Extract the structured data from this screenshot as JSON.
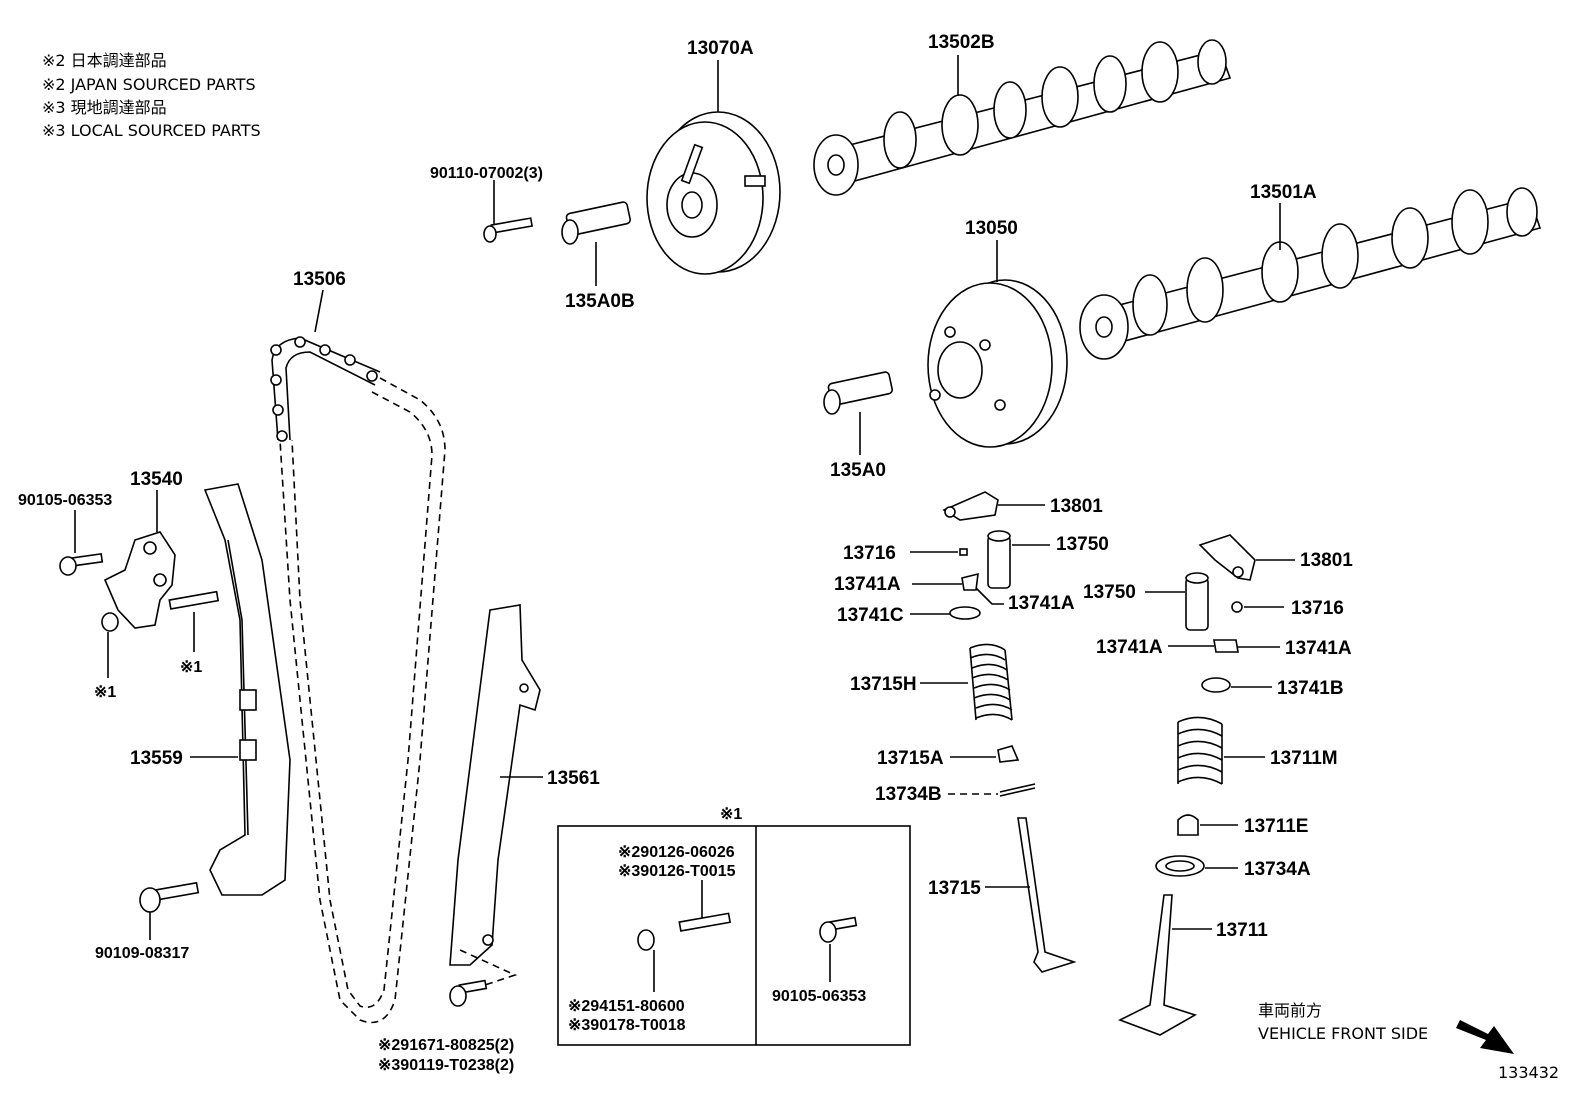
{
  "notes": {
    "line1": "※2 日本調達部品",
    "line2": "※2 JAPAN SOURCED PARTS",
    "line3": "※3 現地調達部品",
    "line4": "※3 LOCAL SOURCED PARTS"
  },
  "labels": {
    "p13070A": "13070A",
    "p13502B": "13502B",
    "p90110": "90110-07002(3)",
    "p135A0B": "135A0B",
    "p13501A": "13501A",
    "p13050": "13050",
    "p13506": "13506",
    "p135A0": "135A0",
    "p13801a": "13801",
    "p13750a": "13750",
    "p13716a": "13716",
    "p13741Aa": "13741A",
    "p13741Ab": "13741A",
    "p13741C": "13741C",
    "p13801b": "13801",
    "p13750b": "13750",
    "p13716b": "13716",
    "p13741Ac": "13741A",
    "p13741Ad": "13741A",
    "p13741B": "13741B",
    "p13715H": "13715H",
    "p13715A": "13715A",
    "p13734B": "13734B",
    "p13711M": "13711M",
    "p13711E": "13711E",
    "p13734A": "13734A",
    "p13715": "13715",
    "p13711": "13711",
    "p13540": "13540",
    "p90105a": "90105-06353",
    "mark1a": "※1",
    "mark1b": "※1",
    "p13559": "13559",
    "p13561": "13561",
    "p90109": "90109-08317",
    "box_mark": "※1",
    "box_a1": "※290126-06026",
    "box_a2": "※390126-T0015",
    "box_b1": "※294151-80600",
    "box_b2": "※390178-T0018",
    "box_c": "90105-06353",
    "p91671": "※291671-80825(2)",
    "p90119": "※390119-T0238(2)",
    "front_jp": "車両前方",
    "front_en": "VEHICLE FRONT SIDE",
    "diagram_id": "133432"
  }
}
